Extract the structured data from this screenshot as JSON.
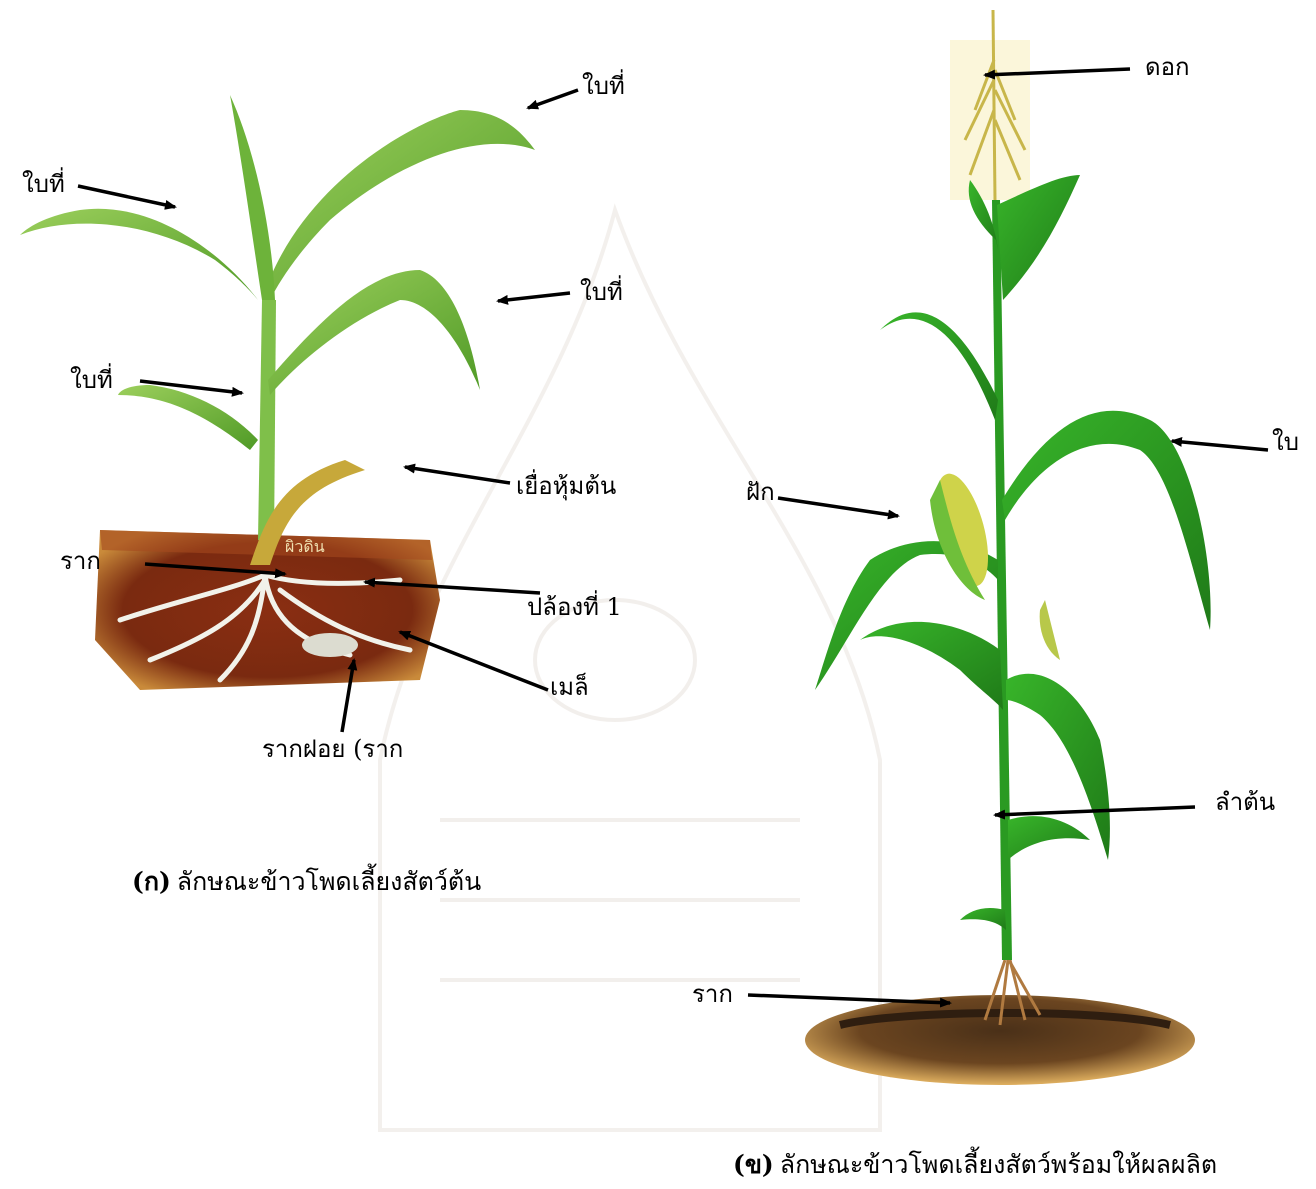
{
  "left_diagram": {
    "labels": {
      "leaf_top_right": "ใบที่",
      "leaf_upper_left": "ใบที่",
      "leaf_middle_right": "ใบที่",
      "leaf_lower_left": "ใบที่",
      "coleoptile": "เยื่อหุ้มต้น",
      "root": "ราก",
      "internode": "ปล้องที่ 1",
      "seed": "เมล็",
      "fibrous_root": "รากฝอย (ราก",
      "soil_surface": "ผิวดิน"
    },
    "caption_letter": "(ก)",
    "caption_text": "ลักษณะข้าวโพดเลี้ยงสัตว์ต้น"
  },
  "right_diagram": {
    "labels": {
      "flower": "ดอก",
      "leaf": "ใบ",
      "ear": "ฝัก",
      "stem": "ลำต้น",
      "root": "ราก"
    },
    "caption_letter": "(ข)",
    "caption_text": "ลักษณะข้าวโพดเลี้ยงสัตว์พร้อมให้ผลผลิต"
  },
  "colors": {
    "leaf_green": "#5aa82a",
    "leaf_light": "#9ccf5c",
    "soil_brown": "#7a2a10",
    "soil_yellow": "#d9a64a",
    "tassel": "#c8b64a",
    "arrow": "#000000"
  }
}
